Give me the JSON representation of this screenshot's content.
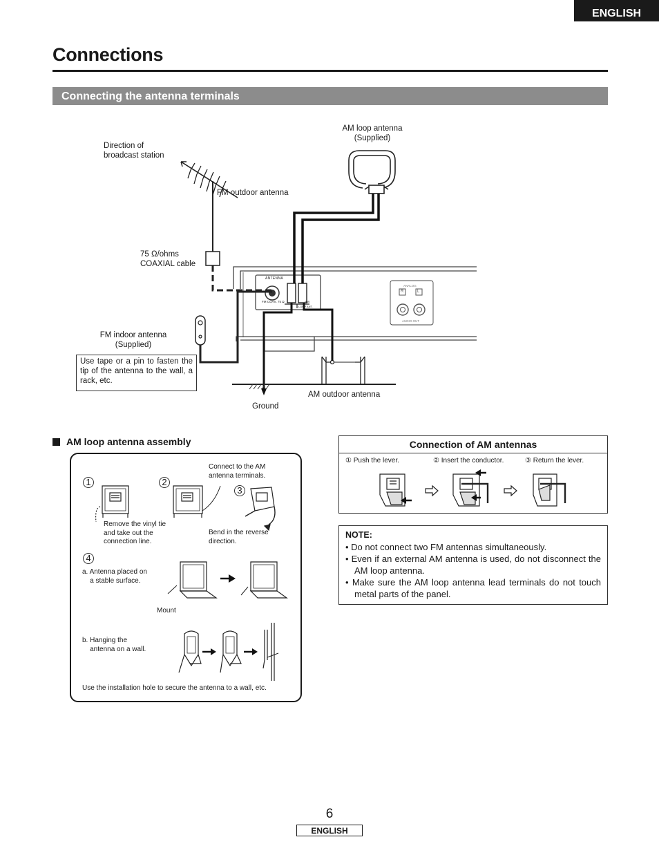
{
  "header": {
    "language_tab": "ENGLISH",
    "title": "Connections"
  },
  "section": {
    "title": "Connecting the antenna terminals"
  },
  "diagram": {
    "am_loop_antenna": "AM loop antenna\n(Supplied)",
    "direction": "Direction of\nbroadcast station",
    "fm_outdoor": "FM outdoor antenna",
    "coaxial": "75 Ω/ohms\nCOAXIAL cable",
    "fm_indoor": "FM indoor antenna\n(Supplied)",
    "tape_note": "Use tape or a pin to fasten the tip of the antenna to the wall, a rack, etc.",
    "ground": "Ground",
    "am_outdoor": "AM outdoor antenna",
    "panel_antenna": "ANTENNA",
    "panel_fm_coax": "FM COAX. 75 Ω",
    "panel_am": "AM",
    "panel_loop": "LOOP ANT.",
    "panel_analog": "ANALOG",
    "panel_audio_out": "AUDIO OUT",
    "panel_r": "R",
    "panel_l": "L"
  },
  "assembly": {
    "title": "AM loop antenna assembly",
    "step1": "1",
    "step2": "2",
    "step3": "3",
    "step4": "4",
    "connect_to_terminals": "Connect to the AM\nantenna terminals.",
    "remove_vinyl_tie": "Remove the vinyl tie\nand take out the\nconnection line.",
    "bend_reverse": "Bend in the reverse\ndirection.",
    "stable_surface": "a. Antenna placed on\n    a stable surface.",
    "mount": "Mount",
    "hanging": "b. Hanging the\n    antenna on a wall.",
    "installation_hole": "Use the installation hole to secure the antenna to a wall, etc."
  },
  "connection_am": {
    "title": "Connection of AM antennas",
    "step1": "① Push the lever.",
    "step2": "② Insert the conductor.",
    "step3": "③ Return the lever."
  },
  "note": {
    "title": "NOTE:",
    "items": [
      "• Do not connect two FM antennas simultaneously.",
      "• Even if an external AM antenna is used, do not disconnect the AM loop antenna.",
      "• Make sure the AM loop antenna lead terminals do not touch metal parts of the panel."
    ]
  },
  "footer": {
    "page_number": "6",
    "language": "ENGLISH"
  }
}
